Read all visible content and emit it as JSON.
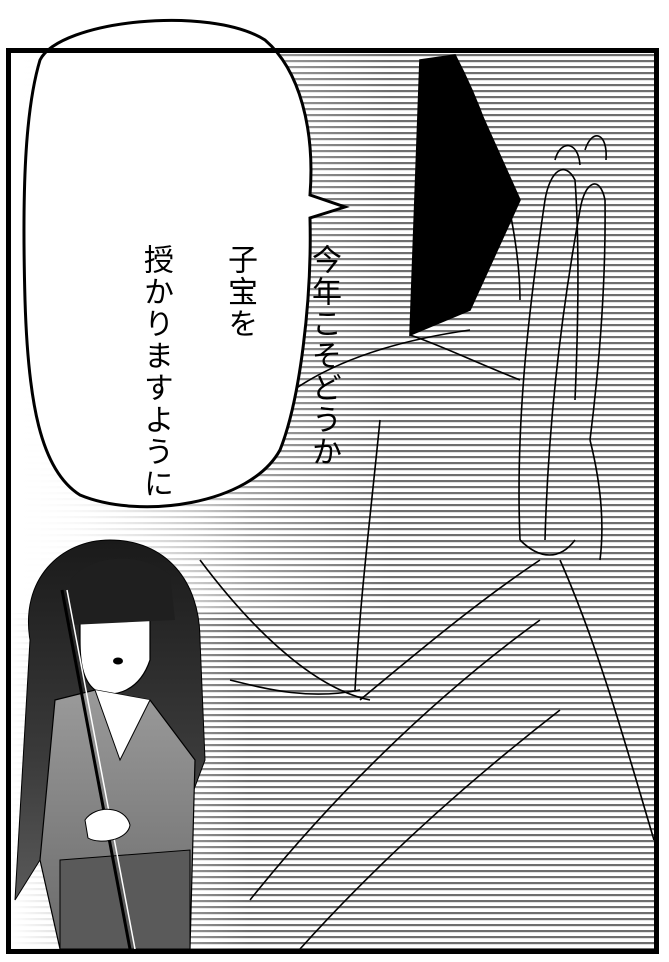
{
  "panel": {
    "speech_lines": [
      "今年こそどうか",
      "子宝を",
      "授かりますように"
    ]
  },
  "colors": {
    "ink": "#000000",
    "paper": "#ffffff",
    "screentone": "#8a8a8a"
  }
}
